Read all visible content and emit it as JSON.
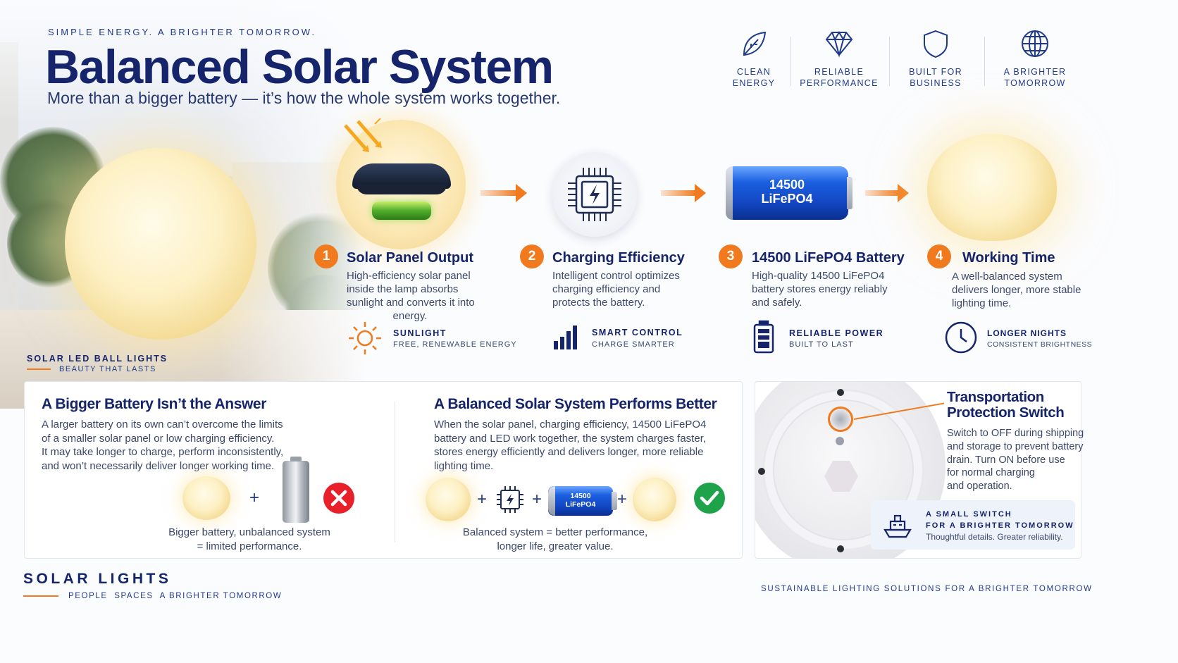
{
  "header": {
    "tagline": "SIMPLE ENERGY. A BRIGHTER TOMORROW.",
    "title": "Balanced Solar System",
    "subtitle": "More than a bigger battery — it’s how the whole system works together."
  },
  "badges": [
    {
      "line1": "CLEAN",
      "line2": "ENERGY",
      "icon": "leaf-icon"
    },
    {
      "line1": "RELIABLE",
      "line2": "PERFORMANCE",
      "icon": "diamond-icon"
    },
    {
      "line1": "BUILT FOR",
      "line2": "BUSINESS",
      "icon": "shield-icon"
    },
    {
      "line1": "A BRIGHTER",
      "line2": "TOMORROW",
      "icon": "globe-icon"
    }
  ],
  "hero": {
    "label": "SOLAR LED BALL LIGHTS",
    "sublabel": "BEAUTY THAT LASTS"
  },
  "steps": [
    {
      "num": "1",
      "title": "Solar Panel Output",
      "desc": [
        "High-efficiency solar panel",
        "inside the lamp absorbs",
        "sunlight and converts it into",
        "energy."
      ],
      "feature_title": "SUNLIGHT",
      "feature_sub": "FREE, RENEWABLE ENERGY",
      "icon": "sun-icon"
    },
    {
      "num": "2",
      "title": "Charging Efficiency",
      "desc": [
        "Intelligent control optimizes",
        "charging efficiency and",
        "protects the battery."
      ],
      "feature_title": "SMART CONTROL",
      "feature_sub": "CHARGE SMARTER",
      "icon": "signal-bars-icon"
    },
    {
      "num": "3",
      "title": "14500 LiFePO4 Battery",
      "desc": [
        "High-quality 14500 LiFePO4",
        "battery stores energy reliably",
        "and safely."
      ],
      "feature_title": "RELIABLE POWER",
      "feature_sub": "BUILT TO LAST",
      "icon": "battery-icon"
    },
    {
      "num": "4",
      "title": "Working Time",
      "desc": [
        "A well-balanced system",
        "delivers longer, more stable",
        "lighting time."
      ],
      "feature_title": "LONGER NIGHTS",
      "feature_sub": "CONSISTENT BRIGHTNESS",
      "icon": "clock-icon"
    }
  ],
  "battery_label": {
    "line1": "14500",
    "line2": "LiFePO4"
  },
  "card_left": {
    "title": "A Bigger Battery Isn’t the Answer",
    "text": [
      "A larger battery on its own can’t overcome the limits",
      "of a smaller solar panel or low charging efficiency.",
      "It may take longer to charge, perform inconsistently,",
      "and won’t necessarily deliver longer working time."
    ],
    "caption": [
      "Bigger battery, unbalanced system",
      "= limited performance."
    ],
    "plus": "+"
  },
  "card_mid": {
    "title": "A Balanced Solar System Performs Better",
    "text": [
      "When the solar panel, charging efficiency, 14500 LiFePO4",
      "battery and LED work together, the system charges faster,",
      "stores energy efficiently and delivers longer, more reliable",
      "lighting time."
    ],
    "caption": [
      "Balanced system = better performance,",
      "longer life, greater value."
    ],
    "plus": "+"
  },
  "card_right": {
    "title": [
      "Transportation",
      "Protection Switch"
    ],
    "text": [
      "Switch to OFF during shipping",
      "and storage to prevent battery",
      "drain. Turn ON before use",
      "for normal charging",
      "and operation."
    ],
    "note_title": [
      "A SMALL SWITCH",
      "FOR A BRIGHTER TOMORROW"
    ],
    "note_sub": "Thoughtful details. Greater reliability."
  },
  "footer": {
    "brand": "SOLAR LIGHTS",
    "brand_sub": "PEOPLE  SPACES  A BRIGHTER TOMORROW",
    "right": "SUSTAINABLE LIGHTING SOLUTIONS FOR A BRIGHTER TOMORROW"
  },
  "colors": {
    "navy": "#15246b",
    "accent_orange": "#f07a1d",
    "battery_blue": "#1b5fe0",
    "check_green": "#1ea34a",
    "cross_red": "#e8202a"
  }
}
